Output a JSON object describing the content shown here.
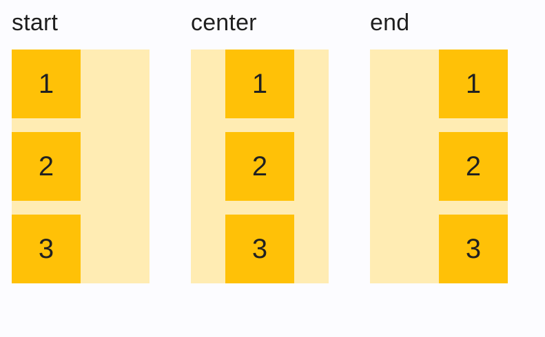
{
  "colors": {
    "background": "#fcfcff",
    "track": "#ffecb3",
    "box": "#ffc107",
    "label_text": "#1f1f1f",
    "box_text": "#212121"
  },
  "groups": [
    {
      "label": "start",
      "alignment": "start",
      "items": [
        "1",
        "2",
        "3"
      ]
    },
    {
      "label": "center",
      "alignment": "center",
      "items": [
        "1",
        "2",
        "3"
      ]
    },
    {
      "label": "end",
      "alignment": "end",
      "items": [
        "1",
        "2",
        "3"
      ]
    }
  ]
}
